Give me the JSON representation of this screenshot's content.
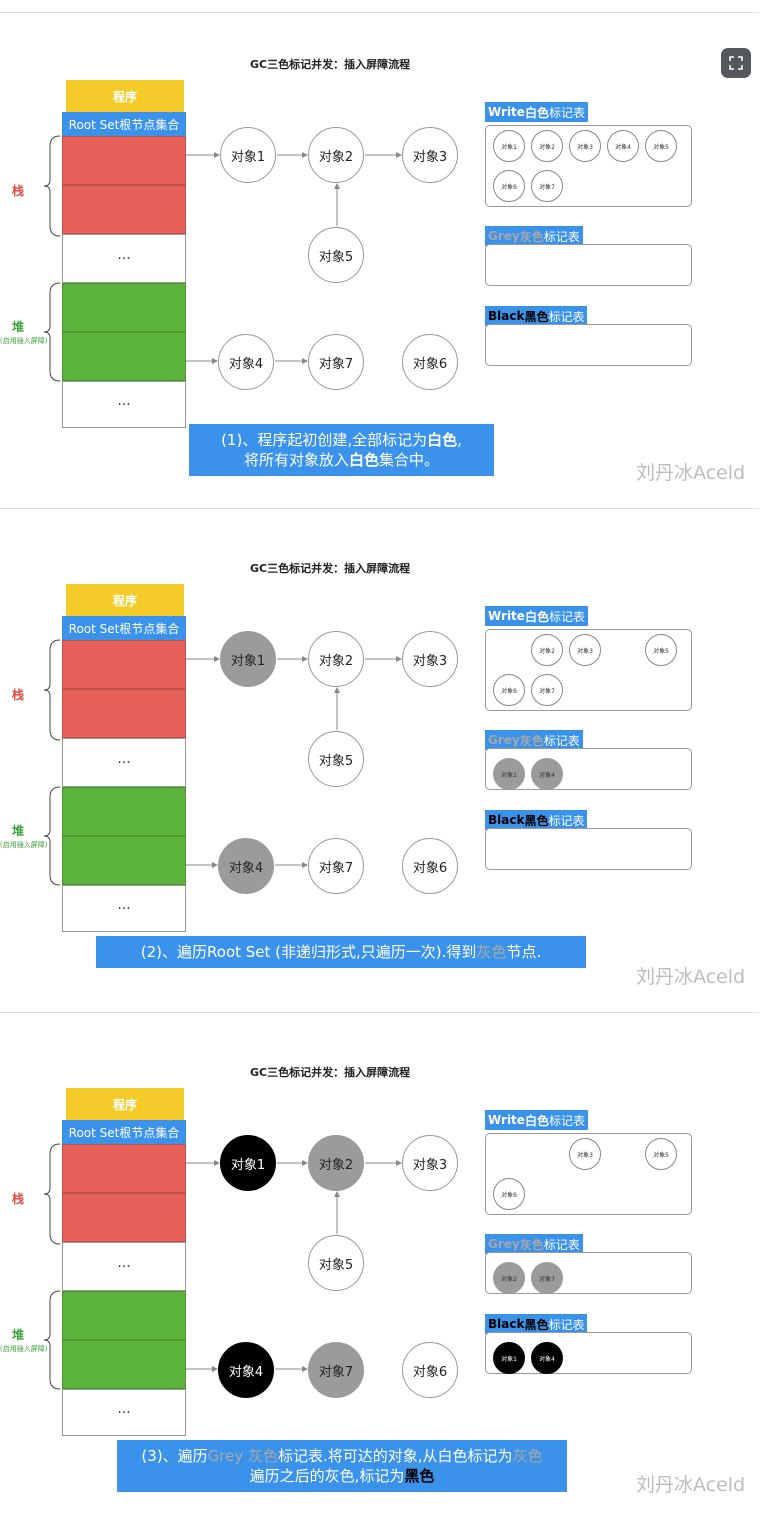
{
  "title": "GC三色标记并发：插入屏障流程",
  "program_label": "程序",
  "rootset_label": "Root Set根节点集合",
  "ellipsis": "···",
  "stack_label": "栈",
  "heap_label": "堆",
  "heap_sub_label": "(启用插入屏障)",
  "watermark": "刘丹冰Aceld",
  "tables": {
    "white": {
      "en": "Write",
      "cn": "白色",
      "suffix": "标记表"
    },
    "grey": {
      "en": "Grey",
      "cn": "灰色",
      "suffix": "标记表"
    },
    "black": {
      "en": "Black",
      "cn": "黑色",
      "suffix": "标记表"
    }
  },
  "panels": [
    {
      "nodes": {
        "对象1": "white",
        "对象2": "white",
        "对象3": "white",
        "对象4": "white",
        "对象5": "white",
        "对象6": "white",
        "对象7": "white"
      },
      "white_chips": [
        "对象1",
        "对象2",
        "对象3",
        "对象4",
        "对象5",
        "对象6",
        "对象7"
      ],
      "grey_chips": [],
      "black_chips": [],
      "caption": [
        [
          {
            "t": "(1)、程序起初创建,全部标记为",
            "s": ""
          },
          {
            "t": "白色",
            "s": "w"
          },
          {
            "t": ",",
            "s": ""
          }
        ],
        [
          {
            "t": "将所有对象放入",
            "s": ""
          },
          {
            "t": "白色",
            "s": "w"
          },
          {
            "t": "集合中。",
            "s": ""
          }
        ]
      ]
    },
    {
      "nodes": {
        "对象1": "grey",
        "对象2": "white",
        "对象3": "white",
        "对象4": "grey",
        "对象5": "white",
        "对象6": "white",
        "对象7": "white"
      },
      "white_chips": [
        "对象2",
        "对象3",
        "对象5",
        "对象6",
        "对象7"
      ],
      "grey_chips": [
        "对象1",
        "对象4"
      ],
      "black_chips": [],
      "caption": [
        [
          {
            "t": "(2)、遍历Root Set (非递归形式,只遍历一次).得到",
            "s": ""
          },
          {
            "t": "灰色",
            "s": "g"
          },
          {
            "t": "节点.",
            "s": ""
          }
        ]
      ]
    },
    {
      "nodes": {
        "对象1": "black",
        "对象2": "grey",
        "对象3": "white",
        "对象4": "black",
        "对象5": "white",
        "对象6": "white",
        "对象7": "grey"
      },
      "white_chips": [
        "对象3",
        "对象5",
        "对象6"
      ],
      "grey_chips": [
        "对象2",
        "对象7"
      ],
      "black_chips": [
        "对象1",
        "对象4"
      ],
      "caption": [
        [
          {
            "t": "(3)、遍历",
            "s": ""
          },
          {
            "t": "Grey 灰色",
            "s": "g"
          },
          {
            "t": "标记表.将可达的对象,从白色标记为",
            "s": ""
          },
          {
            "t": "灰色",
            "s": "g"
          }
        ],
        [
          {
            "t": "遍历之后的灰色,标记为",
            "s": ""
          },
          {
            "t": "黑色",
            "s": "b"
          }
        ]
      ]
    }
  ]
}
